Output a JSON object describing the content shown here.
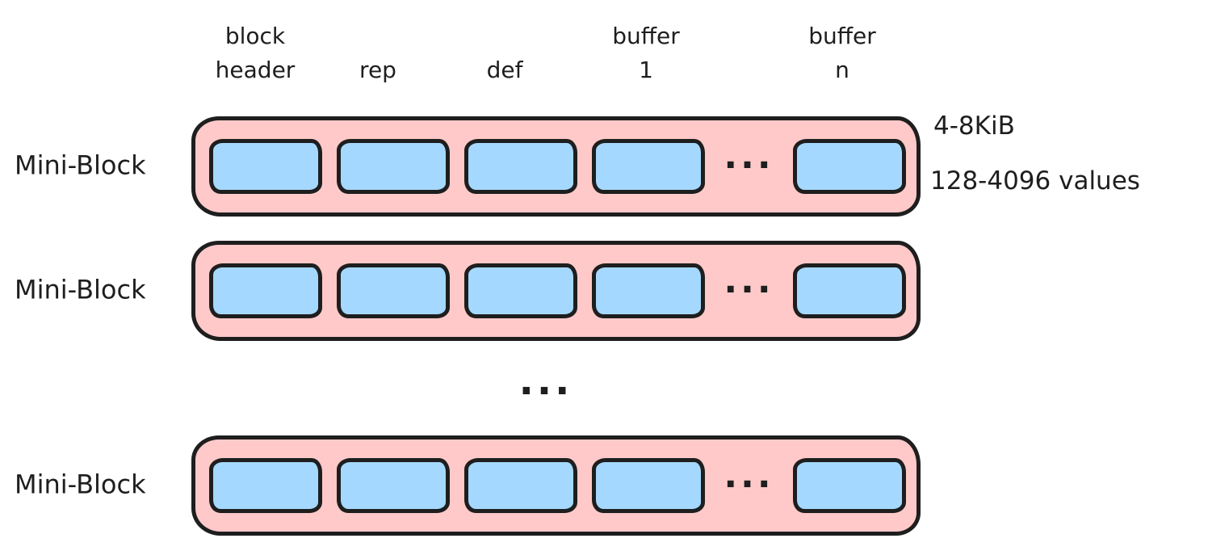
{
  "colors": {
    "block_fill": "#ffc9c9",
    "cell_fill": "#a5d8ff",
    "stroke": "#1e1e1e",
    "background": "#ffffff"
  },
  "column_headers": [
    {
      "label": "block header",
      "lines": [
        "block",
        "header"
      ]
    },
    {
      "label": "rep",
      "lines": [
        "",
        "rep"
      ]
    },
    {
      "label": "def",
      "lines": [
        "",
        "def"
      ]
    },
    {
      "label": "buffer 1",
      "lines": [
        "buffer",
        "1"
      ]
    },
    {
      "label": "buffer n",
      "lines": [
        "buffer",
        "n"
      ]
    }
  ],
  "rows": [
    {
      "label": "Mini-Block"
    },
    {
      "label": "Mini-Block"
    },
    {
      "label": "Mini-Block"
    }
  ],
  "in_row_ellipsis": "...",
  "between_rows_ellipsis": "...",
  "annotations": {
    "size_range": "4-8KiB",
    "value_range": "128-4096 values"
  }
}
